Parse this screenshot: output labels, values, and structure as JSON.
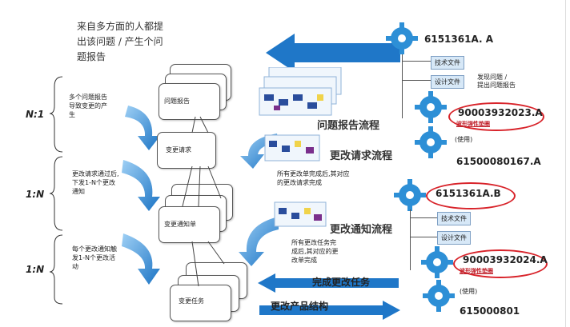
{
  "intro": {
    "lines": [
      "来自多方面的人都提",
      "出该问题 / 产生个问",
      "题报告"
    ]
  },
  "ratios": {
    "r1": "N:1",
    "r2": "1:N",
    "r3": "1:N"
  },
  "notes": {
    "n1": [
      "多个问题报告",
      "导致变更的产",
      "生"
    ],
    "n2": [
      "更改请求通过后,",
      "下发1-N个更改",
      "通知"
    ],
    "n3": [
      "每个更改通知触",
      "发1-N个更改活",
      "动"
    ],
    "n4": [
      "所有更改单完成后,其对应",
      "的更改请求完成"
    ],
    "n5": [
      "所有更改任务完",
      "成后,其对应的更",
      "改单完成"
    ]
  },
  "cards": {
    "c1": "问题报告",
    "c2": "变更请求",
    "c3": "变更通知单",
    "c4": "变更任务"
  },
  "flows": {
    "f1": "问题报告流程",
    "f2": "更改请求流程",
    "f3": "更改通知流程"
  },
  "arrows": {
    "a1": "完成更改任务",
    "a2": "更改产品结构"
  },
  "tree_top": {
    "root": "6151361A. A",
    "doc1": "技术文件",
    "doc2": "设计文件",
    "doc_note": [
      "发现问题 /",
      "提出问题报告"
    ],
    "child1": "90003932023.A",
    "child1_sub": "波形弹性垫圈",
    "use": "(使用)",
    "child2": "61500080167.A"
  },
  "tree_bottom": {
    "root": "6151361A.B",
    "doc1": "技术文件",
    "doc2": "设计文件",
    "child1": "90003932024.A",
    "child1_sub": "波形弹性垫圈",
    "use": "(使用)",
    "child2": "615000801"
  },
  "colors": {
    "accent_blue": "#1f77c8",
    "gear_blue": "#2d8fd6",
    "highlight_red": "#d8232a"
  }
}
